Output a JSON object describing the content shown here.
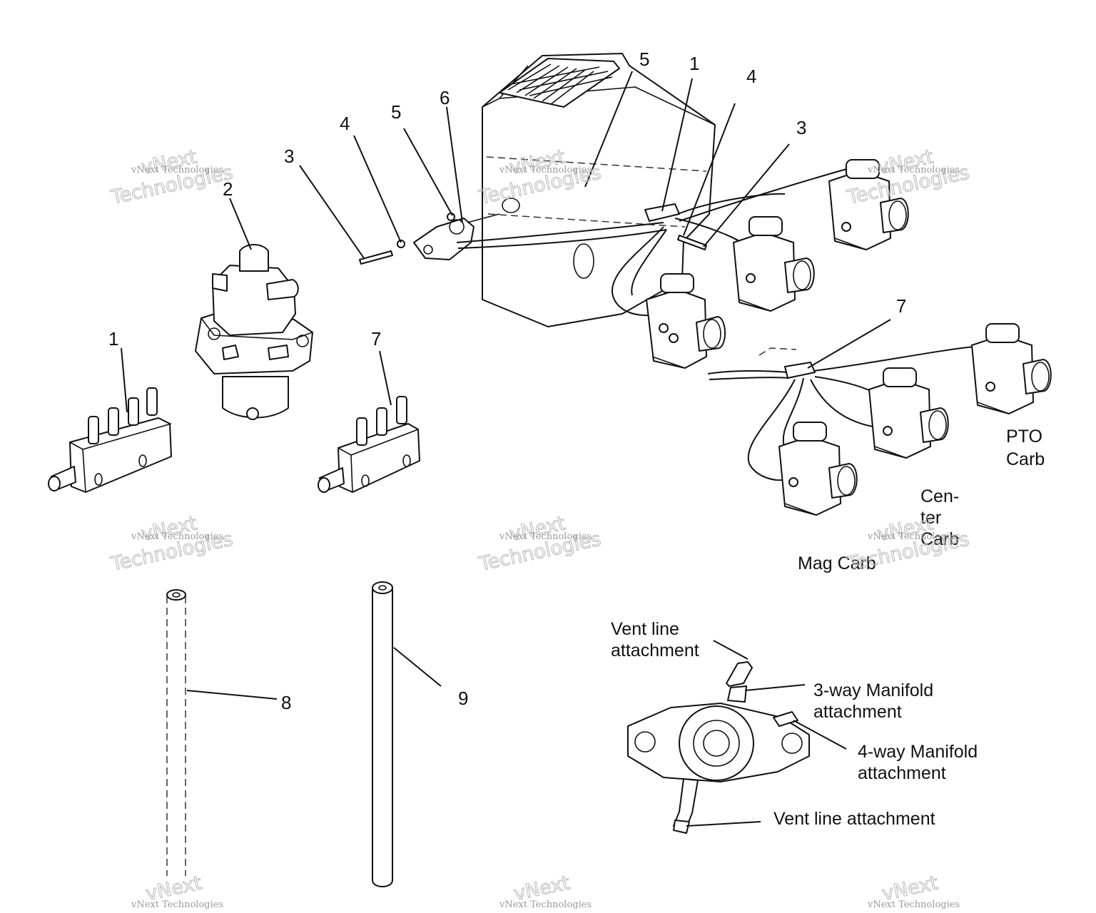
{
  "diagram": {
    "callouts": {
      "c1_manifold": "1",
      "c2_pump": "2",
      "c7_manifold": "7",
      "c8_hose": "8",
      "c9_hose": "9",
      "c3_left": "3",
      "c4_left": "4",
      "c5_left": "5",
      "c6": "6",
      "c5_top": "5",
      "c1_top": "1",
      "c4_right": "4",
      "c3_right": "3",
      "c7_lower": "7"
    },
    "carb_labels": {
      "pto_line1": "PTO",
      "pto_line2": "Carb",
      "center_line1": "Cen-",
      "center_line2": "ter",
      "center_line3": "Carb",
      "mag": "Mag Carb"
    },
    "pump_detail": {
      "vent_top_line1": "Vent line",
      "vent_top_line2": "attachment",
      "three_way_line1": "3-way Manifold",
      "three_way_line2": "attachment",
      "four_way_line1": "4-way Manifold",
      "four_way_line2": "attachment",
      "vent_bottom": "Vent line attachment"
    },
    "watermark": {
      "line1": "vNext",
      "line2": "Technologies",
      "small": "vNext Technologies"
    }
  }
}
